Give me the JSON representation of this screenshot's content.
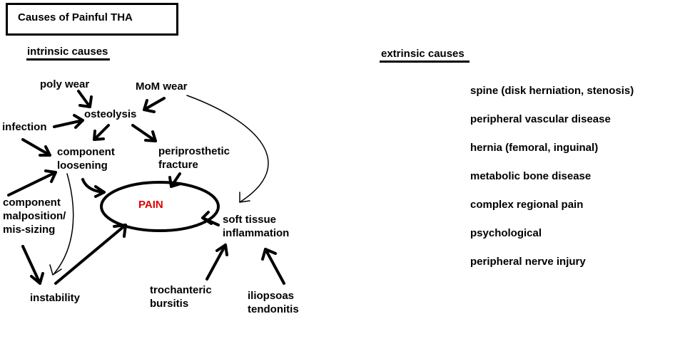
{
  "title": "Causes of Painful THA",
  "intrinsic": {
    "heading": "intrinsic causes",
    "nodes": {
      "poly_wear": "poly wear",
      "mom_wear": "MoM wear",
      "osteolysis": "osteolysis",
      "infection": "infection",
      "component_loosening": "component\nloosening",
      "periprosthetic_fracture": "periprosthetic\nfracture",
      "pain": "PAIN",
      "component_malposition": "component\nmalposition/\nmis-sizing",
      "soft_tissue_inflammation": "soft tissue\ninflammation",
      "instability": "instability",
      "trochanteric_bursitis": "trochanteric\nbursitis",
      "iliopsoas_tendonitis": "iliopsoas\ntendonitis"
    }
  },
  "extrinsic": {
    "heading": "extrinsic causes",
    "items": [
      "spine (disk herniation, stenosis)",
      "peripheral vascular disease",
      "hernia (femoral, inguinal)",
      "metabolic bone disease",
      "complex regional pain",
      "psychological",
      "peripheral nerve injury"
    ]
  },
  "colors": {
    "pain_text": "#e00000",
    "ink": "#000000"
  }
}
